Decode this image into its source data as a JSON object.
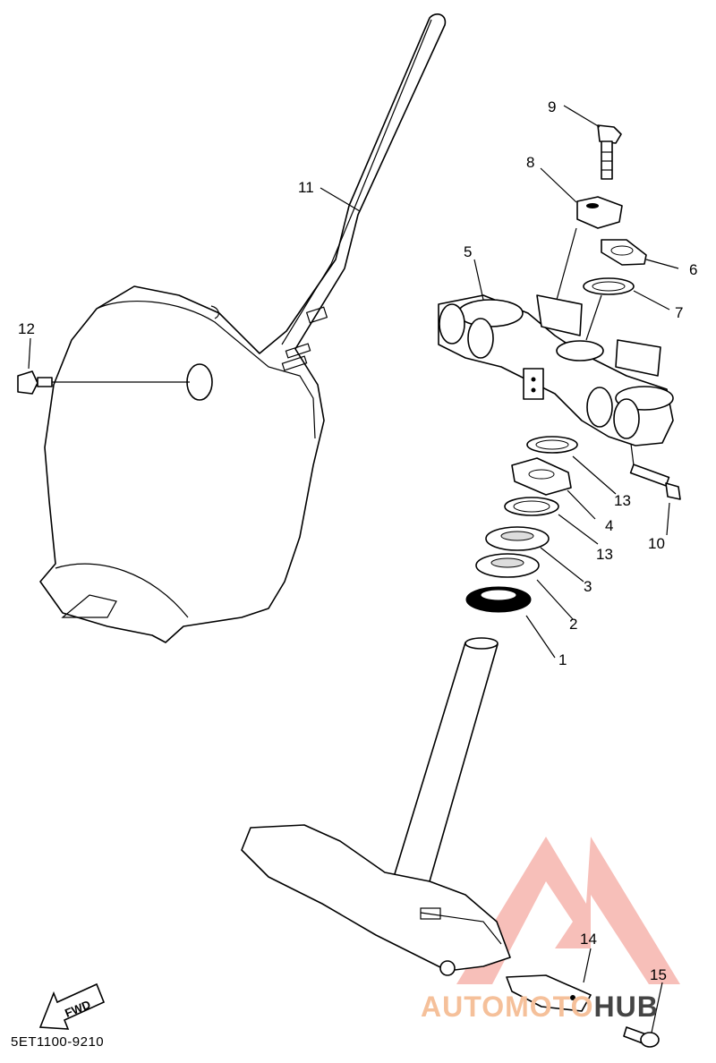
{
  "diagram": {
    "code": "5ET1100-9210",
    "fwd_label": "FWD",
    "watermark": {
      "part1": "AUTOMOTO",
      "part2": "HUB"
    },
    "callouts": [
      {
        "id": "1",
        "label": "1"
      },
      {
        "id": "2",
        "label": "2"
      },
      {
        "id": "3",
        "label": "3"
      },
      {
        "id": "4",
        "label": "4"
      },
      {
        "id": "5",
        "label": "5"
      },
      {
        "id": "6",
        "label": "6"
      },
      {
        "id": "7",
        "label": "7"
      },
      {
        "id": "8",
        "label": "8"
      },
      {
        "id": "9",
        "label": "9"
      },
      {
        "id": "10",
        "label": "10"
      },
      {
        "id": "11",
        "label": "11"
      },
      {
        "id": "12",
        "label": "12"
      },
      {
        "id": "13a",
        "label": "13"
      },
      {
        "id": "13b",
        "label": "13"
      },
      {
        "id": "14",
        "label": "14"
      },
      {
        "id": "15",
        "label": "15"
      }
    ]
  }
}
